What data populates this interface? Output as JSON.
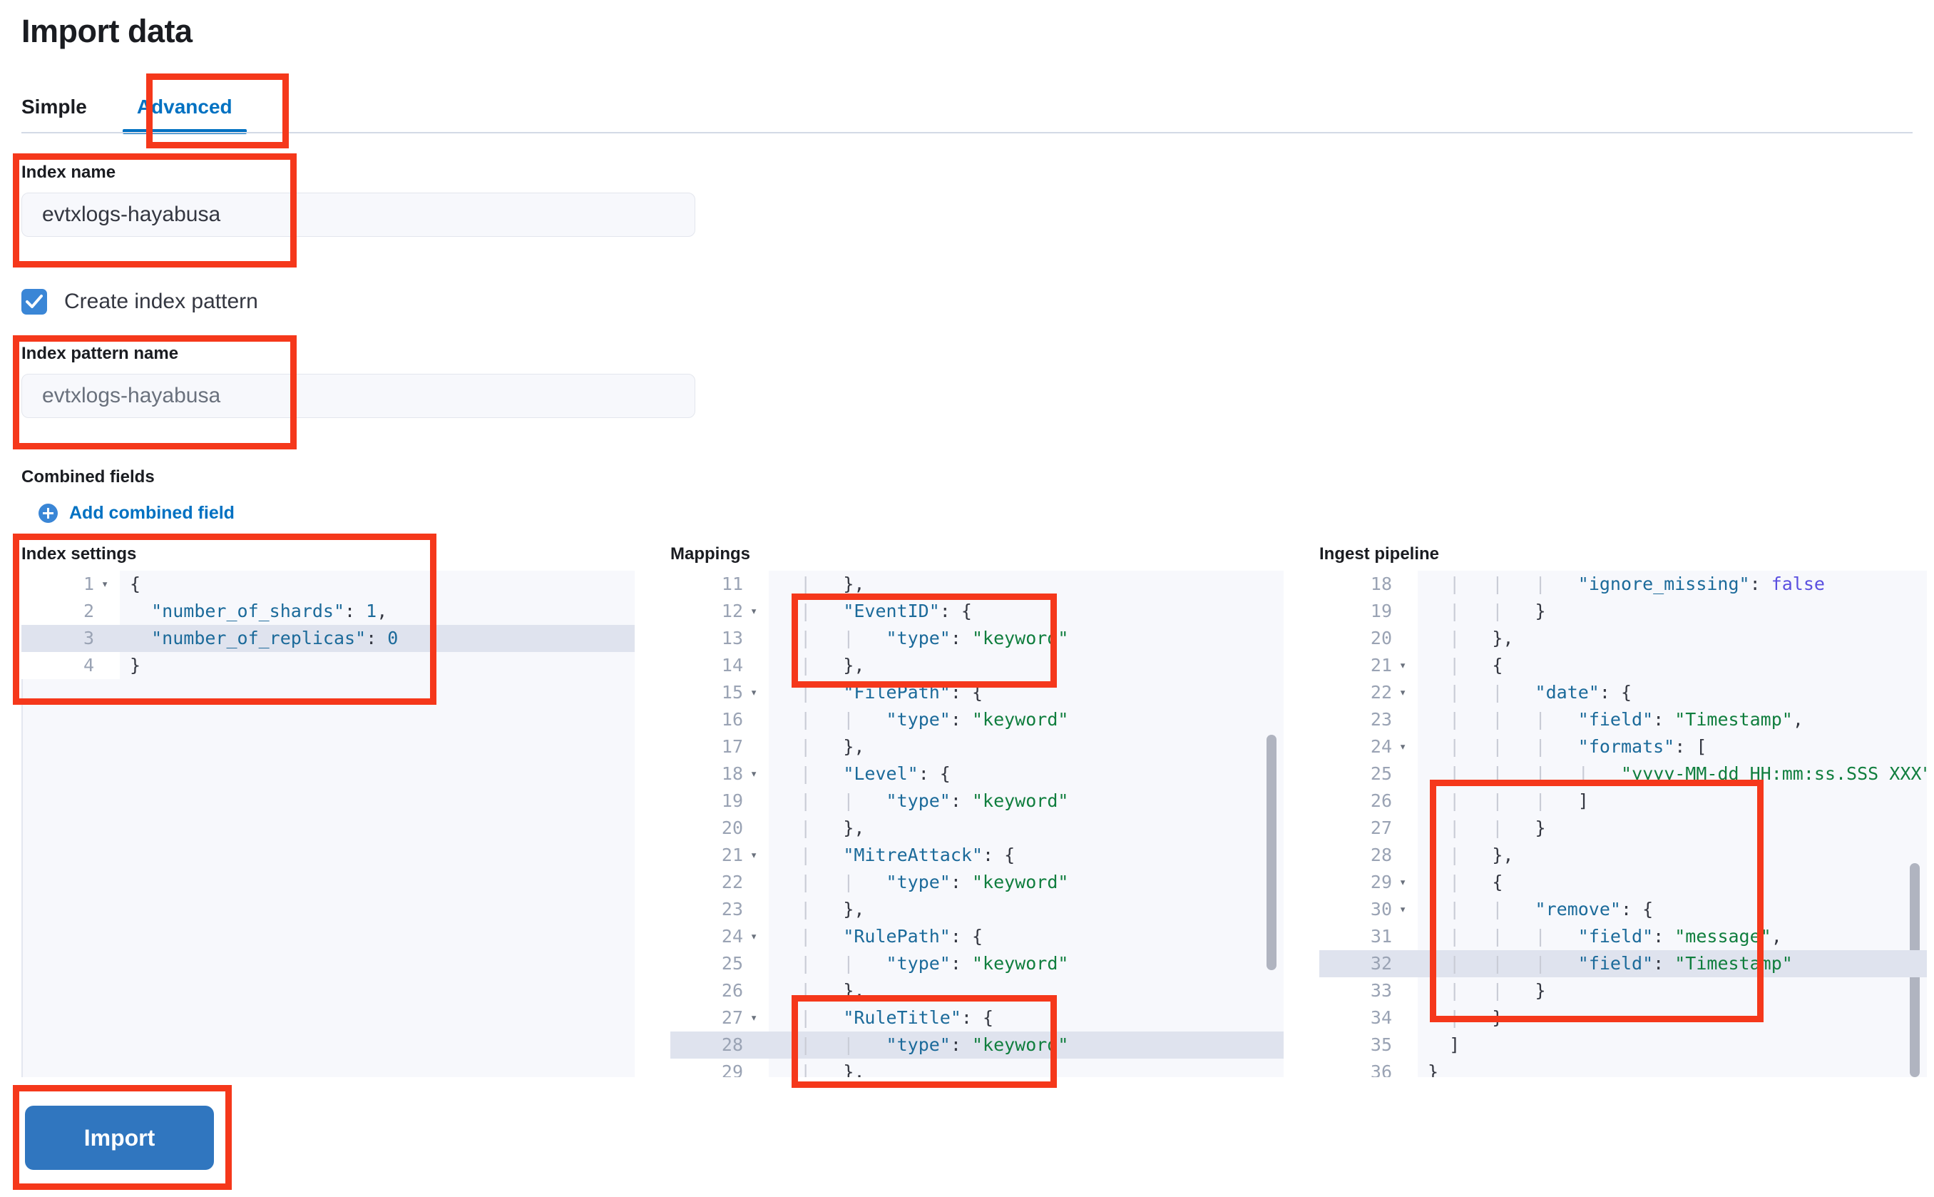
{
  "page": {
    "title": "Import data"
  },
  "tabs": [
    {
      "label": "Simple",
      "active": false
    },
    {
      "label": "Advanced",
      "active": true
    }
  ],
  "index_name": {
    "label": "Index name",
    "value": "evtxlogs-hayabusa"
  },
  "create_index_pattern": {
    "label": "Create index pattern",
    "checked": true
  },
  "index_pattern_name": {
    "label": "Index pattern name",
    "placeholder": "evtxlogs-hayabusa"
  },
  "combined_fields": {
    "label": "Combined fields",
    "add_link": "Add combined field"
  },
  "index_settings": {
    "title": "Index settings",
    "lines": [
      {
        "n": "1",
        "fold": true,
        "hl": false,
        "text": "{"
      },
      {
        "n": "2",
        "fold": false,
        "hl": false,
        "text": "  \"number_of_shards\": 1,"
      },
      {
        "n": "3",
        "fold": false,
        "hl": true,
        "text": "  \"number_of_replicas\": 0"
      },
      {
        "n": "4",
        "fold": false,
        "hl": false,
        "text": "}"
      }
    ]
  },
  "mappings": {
    "title": "Mappings",
    "lines": [
      {
        "n": "11",
        "fold": false,
        "hl": false,
        "text": "  |   },"
      },
      {
        "n": "12",
        "fold": true,
        "hl": false,
        "text": "  |   \"EventID\": {"
      },
      {
        "n": "13",
        "fold": false,
        "hl": false,
        "text": "  |   |   \"type\": \"keyword\""
      },
      {
        "n": "14",
        "fold": false,
        "hl": false,
        "text": "  |   },"
      },
      {
        "n": "15",
        "fold": true,
        "hl": false,
        "text": "  |   \"FilePath\": {"
      },
      {
        "n": "16",
        "fold": false,
        "hl": false,
        "text": "  |   |   \"type\": \"keyword\""
      },
      {
        "n": "17",
        "fold": false,
        "hl": false,
        "text": "  |   },"
      },
      {
        "n": "18",
        "fold": true,
        "hl": false,
        "text": "  |   \"Level\": {"
      },
      {
        "n": "19",
        "fold": false,
        "hl": false,
        "text": "  |   |   \"type\": \"keyword\""
      },
      {
        "n": "20",
        "fold": false,
        "hl": false,
        "text": "  |   },"
      },
      {
        "n": "21",
        "fold": true,
        "hl": false,
        "text": "  |   \"MitreAttack\": {"
      },
      {
        "n": "22",
        "fold": false,
        "hl": false,
        "text": "  |   |   \"type\": \"keyword\""
      },
      {
        "n": "23",
        "fold": false,
        "hl": false,
        "text": "  |   },"
      },
      {
        "n": "24",
        "fold": true,
        "hl": false,
        "text": "  |   \"RulePath\": {"
      },
      {
        "n": "25",
        "fold": false,
        "hl": false,
        "text": "  |   |   \"type\": \"keyword\""
      },
      {
        "n": "26",
        "fold": false,
        "hl": false,
        "text": "  |   },"
      },
      {
        "n": "27",
        "fold": true,
        "hl": false,
        "text": "  |   \"RuleTitle\": {"
      },
      {
        "n": "28",
        "fold": false,
        "hl": true,
        "text": "  |   |   \"type\": \"keyword\""
      },
      {
        "n": "29",
        "fold": false,
        "hl": false,
        "text": "  |   },"
      }
    ]
  },
  "ingest_pipeline": {
    "title": "Ingest pipeline",
    "lines": [
      {
        "n": "18",
        "fold": false,
        "hl": false,
        "text": "  |   |   |   \"ignore_missing\": false"
      },
      {
        "n": "19",
        "fold": false,
        "hl": false,
        "text": "  |   |   }"
      },
      {
        "n": "20",
        "fold": false,
        "hl": false,
        "text": "  |   },"
      },
      {
        "n": "21",
        "fold": true,
        "hl": false,
        "text": "  |   {"
      },
      {
        "n": "22",
        "fold": true,
        "hl": false,
        "text": "  |   |   \"date\": {"
      },
      {
        "n": "23",
        "fold": false,
        "hl": false,
        "text": "  |   |   |   \"field\": \"Timestamp\","
      },
      {
        "n": "24",
        "fold": true,
        "hl": false,
        "text": "  |   |   |   \"formats\": ["
      },
      {
        "n": "25",
        "fold": false,
        "hl": false,
        "text": "  |   |   |   |   \"yyyy-MM-dd HH:mm:ss.SSS XXX\""
      },
      {
        "n": "26",
        "fold": false,
        "hl": false,
        "text": "  |   |   |   ]"
      },
      {
        "n": "27",
        "fold": false,
        "hl": false,
        "text": "  |   |   }"
      },
      {
        "n": "28",
        "fold": false,
        "hl": false,
        "text": "  |   },"
      },
      {
        "n": "29",
        "fold": true,
        "hl": false,
        "text": "  |   {"
      },
      {
        "n": "30",
        "fold": true,
        "hl": false,
        "text": "  |   |   \"remove\": {"
      },
      {
        "n": "31",
        "fold": false,
        "hl": false,
        "text": "  |   |   |   \"field\": \"message\","
      },
      {
        "n": "32",
        "fold": false,
        "hl": true,
        "text": "  |   |   |   \"field\": \"Timestamp\""
      },
      {
        "n": "33",
        "fold": false,
        "hl": false,
        "text": "  |   |   }"
      },
      {
        "n": "34",
        "fold": false,
        "hl": false,
        "text": "  |   }"
      },
      {
        "n": "35",
        "fold": false,
        "hl": false,
        "text": "  ]"
      },
      {
        "n": "36",
        "fold": false,
        "hl": false,
        "text": "}"
      }
    ]
  },
  "import_button": {
    "label": "Import"
  },
  "colors": {
    "accent": "#0071c2",
    "annotation": "#f5381b",
    "button": "#3076bf",
    "string": "#107e3e",
    "key": "#1b6a9a",
    "boolean": "#5a4fe0"
  }
}
